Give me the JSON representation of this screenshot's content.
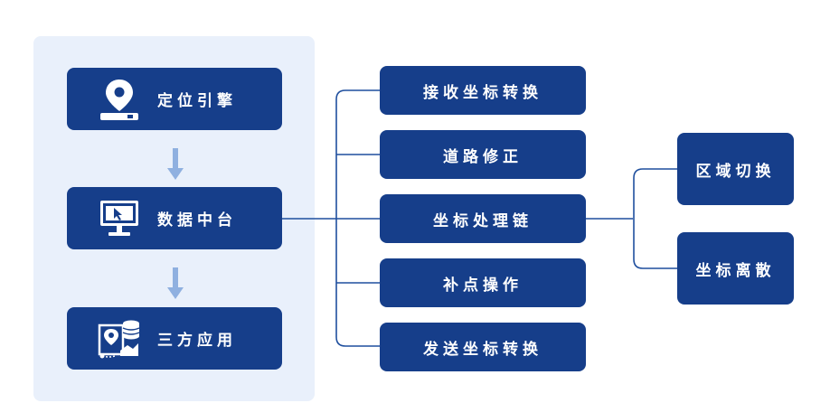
{
  "left_nodes": [
    {
      "label": "定位引擎",
      "icon": "location-pin-icon"
    },
    {
      "label": "数据中台",
      "icon": "monitor-cursor-icon"
    },
    {
      "label": "三方应用",
      "icon": "map-database-icon"
    }
  ],
  "middle_nodes": [
    {
      "label": "接收坐标转换"
    },
    {
      "label": "道路修正"
    },
    {
      "label": "坐标处理链"
    },
    {
      "label": "补点操作"
    },
    {
      "label": "发送坐标转换"
    }
  ],
  "right_nodes": [
    {
      "label": "区域切换"
    },
    {
      "label": "坐标离散"
    }
  ],
  "colors": {
    "node": "#163e8a",
    "panel": "#e9f0fb",
    "line": "#1f4f9e",
    "arrow": "#8fb0e0"
  }
}
